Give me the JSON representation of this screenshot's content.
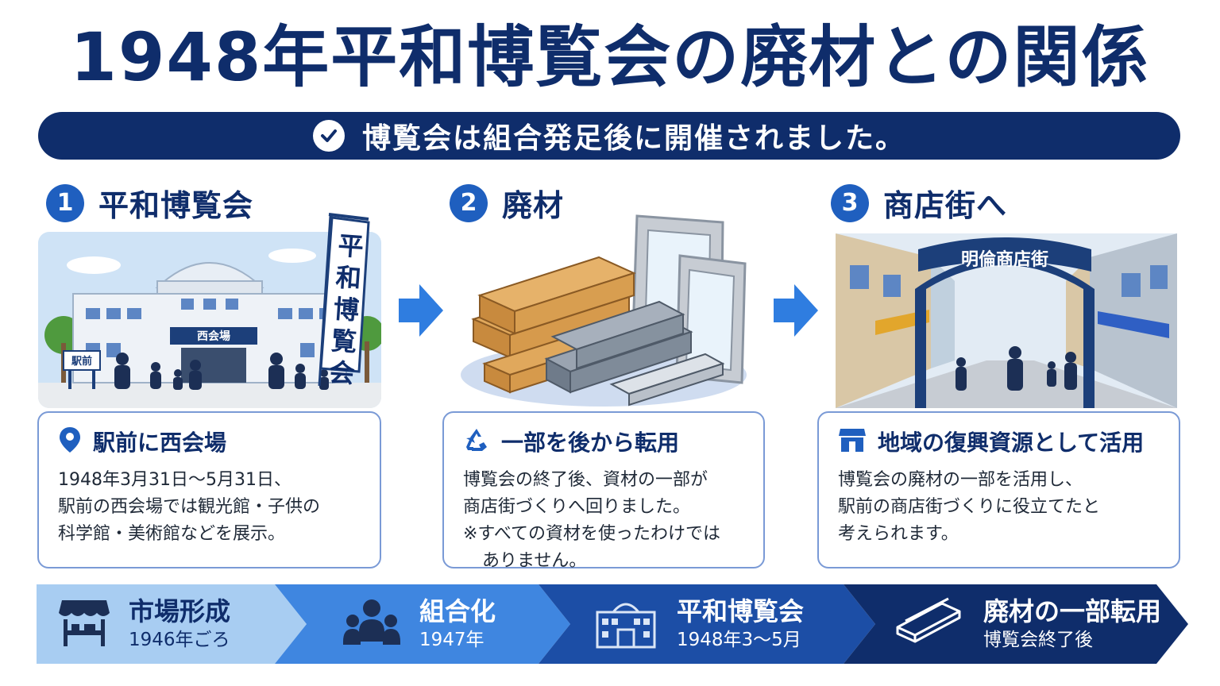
{
  "title": "1948年平和博覧会の廃材との関係",
  "banner": {
    "text": "博覧会は組合発足後に開催されました。",
    "icon": "check-circle-icon"
  },
  "steps": [
    {
      "number": "1",
      "title": "平和博覧会",
      "illustration": {
        "building_sign": "西会場",
        "station_sign": "駅前",
        "banner_text": "平和博覧会"
      },
      "card": {
        "icon": "location-pin-icon",
        "title": "駅前に西会場",
        "lines": [
          "1948年3月31日〜5月31日、",
          "駅前の西会場では観光館・子供の",
          "科学館・美術館などを展示。"
        ]
      }
    },
    {
      "number": "2",
      "title": "廃材",
      "card": {
        "icon": "recycle-icon",
        "title": "一部を後から転用",
        "lines": [
          "博覧会の終了後、資材の一部が",
          "商店街づくりへ回りました。",
          "※すべての資材を使ったわけでは",
          "ありません。"
        ]
      }
    },
    {
      "number": "3",
      "title": "商店街へ",
      "illustration": {
        "arch_sign": "明倫商店街"
      },
      "card": {
        "icon": "storefront-icon",
        "title": "地域の復興資源として活用",
        "lines": [
          "博覧会の廃材の一部を活用し、",
          "駅前の商店街づくりに役立てたと",
          "考えられます。"
        ]
      }
    }
  ],
  "timeline": [
    {
      "icon": "market-stall-icon",
      "label": "市場形成",
      "date": "1946年ごろ",
      "color": "#a8cdf2",
      "text_color": "#0f2d6b"
    },
    {
      "icon": "group-people-icon",
      "label": "組合化",
      "date": "1947年",
      "color": "#3f86e0",
      "text_color": "#ffffff"
    },
    {
      "icon": "exhibition-hall-icon",
      "label": "平和博覧会",
      "date": "1948年3〜5月",
      "color": "#1c4ea6",
      "text_color": "#ffffff"
    },
    {
      "icon": "lumber-icon",
      "label": "廃材の一部転用",
      "date": "博覧会終了後",
      "color": "#0f2d6b",
      "text_color": "#ffffff"
    }
  ],
  "colors": {
    "navy": "#0f2d6b",
    "blue": "#1f5fbf",
    "arrow": "#2f7de0",
    "card_border": "#7a9ad6"
  }
}
